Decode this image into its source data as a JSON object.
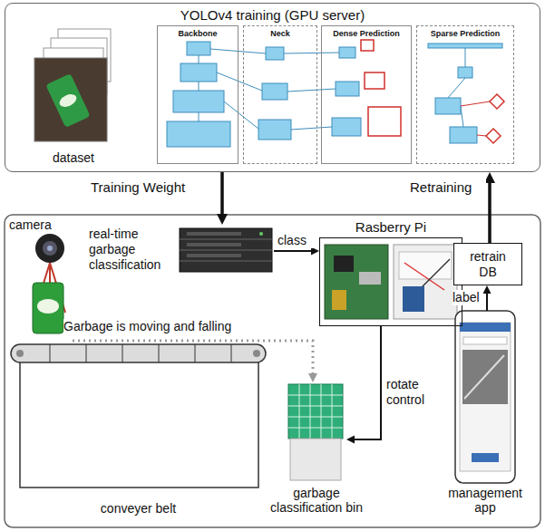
{
  "diagram": {
    "nodes": [
      {
        "text": [
          "YOLOv4 training (GPU server)"
        ]
      },
      {
        "text": [
          "dataset"
        ],
        "in": 0
      },
      {
        "text": [
          "Backbone"
        ],
        "in": 0
      },
      {
        "text": [
          "Neck"
        ],
        "in": 0
      },
      {
        "text": [
          "Dense Prediction"
        ],
        "in": 0
      },
      {
        "text": [
          "Sparse Prediction"
        ],
        "in": 0
      },
      {
        "text": [
          "camera"
        ]
      },
      {
        "text": [
          "real-time garbage classification"
        ]
      },
      {
        "text": [
          "Rasberry Pi"
        ]
      },
      {
        "text": [
          "conveyer belt"
        ]
      },
      {
        "text": [
          "garbage classification bin"
        ]
      },
      {
        "text": [
          "retrain DB"
        ]
      },
      {
        "text": [
          "management app"
        ]
      }
    ],
    "edges": [
      {
        "from": 0,
        "to": 7,
        "label": "Training Weight",
        "arrow": "to"
      },
      {
        "from": 11,
        "to": 0,
        "label": "Retraining",
        "arrow": "to"
      },
      {
        "from": 7,
        "to": 8,
        "label": "class",
        "arrow": "to"
      },
      {
        "from": 8,
        "to": 10,
        "label": "rotate control",
        "arrow": "to"
      },
      {
        "from": 12,
        "to": 11,
        "label": "label",
        "arrow": "to"
      },
      {
        "from": 9,
        "to": 10,
        "label": "Garbage is moving and falling",
        "arrow": "to"
      }
    ]
  }
}
